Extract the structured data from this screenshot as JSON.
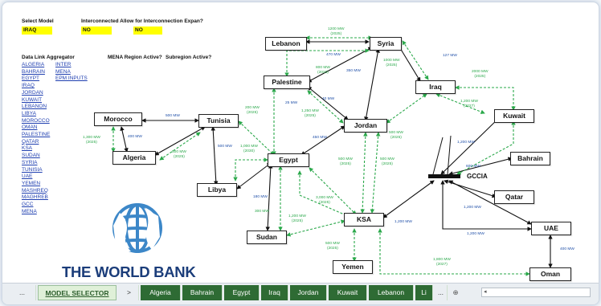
{
  "header": {
    "select_model_label": "Select Model",
    "interconnected_label": "Interconnected Allow for Interconnection Expan?",
    "model_value": "IRAQ",
    "interconnected_value": "NO",
    "expan_value": "NO",
    "data_link_label": "Data Link Aggregator",
    "mena_region_label": "MENA Region Active?",
    "subregion_label": "Subregion Active?"
  },
  "links": [
    {
      "text": "ALGERIA",
      "text2": "INTER"
    },
    {
      "text": "BAHRAIN",
      "text2": "MENA"
    },
    {
      "text": "EGYPT",
      "text2": "EPM INPUTS"
    },
    {
      "text": "IRAQ",
      "text2": ""
    },
    {
      "text": "JORDAN",
      "text2": ""
    },
    {
      "text": "KUWAIT",
      "text2": ""
    },
    {
      "text": "LEBANON",
      "text2": ""
    },
    {
      "text": "LIBYA",
      "text2": ""
    },
    {
      "text": "MOROCCO",
      "text2": ""
    },
    {
      "text": "OMAN",
      "text2": ""
    },
    {
      "text": "PALESTINE",
      "text2": ""
    },
    {
      "text": "QATAR",
      "text2": ""
    },
    {
      "text": "KSA",
      "text2": ""
    },
    {
      "text": "SUDAN",
      "text2": ""
    },
    {
      "text": "SYRIA",
      "text2": ""
    },
    {
      "text": "TUNISIA",
      "text2": ""
    },
    {
      "text": "UAE",
      "text2": ""
    },
    {
      "text": "YEMEN",
      "text2": ""
    },
    {
      "text": "MASHREQ",
      "text2": ""
    },
    {
      "text": "MAGHREB",
      "text2": ""
    },
    {
      "text": "GCC",
      "text2": ""
    },
    {
      "text": "MENA",
      "text2": ""
    }
  ],
  "nodes": {
    "lebanon": "Lebanon",
    "syria": "Syria",
    "palestine": "Palestine",
    "iraq": "Iraq",
    "morocco": "Morocco",
    "tunisia": "Tunisia",
    "jordan": "Jordan",
    "kuwait": "Kuwait",
    "algeria": "Algeria",
    "egypt": "Egypt",
    "bahrain": "Bahrain",
    "libya": "Libya",
    "gccia": "GCCIA",
    "qatar": "Qatar",
    "ksa": "KSA",
    "uae": "UAE",
    "sudan": "Sudan",
    "yemen": "Yemen",
    "oman": "Oman"
  },
  "flows": [
    {
      "id": "leb-syr-g",
      "lines": [
        "1200 MW",
        "(2025)"
      ],
      "color": "green"
    },
    {
      "id": "leb-syr-b",
      "lines": [
        "470 MW"
      ],
      "color": "blue"
    },
    {
      "id": "pal-syr-g",
      "lines": [
        "800 MW",
        "(2025)"
      ],
      "color": "green"
    },
    {
      "id": "jor-syr-b",
      "lines": [
        "350 MW"
      ],
      "color": "blue"
    },
    {
      "id": "syr-irq-g",
      "lines": [
        "1000 MW",
        "(2025)"
      ],
      "color": "green"
    },
    {
      "id": "syr-irq-b",
      "lines": [
        "127 MW"
      ],
      "color": "blue"
    },
    {
      "id": "irq-kuw-g",
      "lines": [
        "2000 MW",
        "(2025)"
      ],
      "color": "green"
    },
    {
      "id": "irq-kuw-g2",
      "lines": [
        "1,200 MW",
        "(2027)"
      ],
      "color": "green"
    },
    {
      "id": "mor-tun-b",
      "lines": [
        "500 MW"
      ],
      "color": "blue"
    },
    {
      "id": "mor-alg-b",
      "lines": [
        "400 MW"
      ],
      "color": "blue"
    },
    {
      "id": "mor-alg-g",
      "lines": [
        "1,300 MW",
        "(2025)"
      ],
      "color": "green"
    },
    {
      "id": "tun-egy-g",
      "lines": [
        "200 MW",
        "(2025)"
      ],
      "color": "green"
    },
    {
      "id": "pal-egy-b",
      "lines": [
        "25 MW"
      ],
      "color": "blue"
    },
    {
      "id": "pal-jor-g",
      "lines": [
        "1,250 MW",
        "(2025)"
      ],
      "color": "green"
    },
    {
      "id": "pal-jor-b",
      "lines": [
        "40 MW"
      ],
      "color": "blue"
    },
    {
      "id": "egy-jor-b",
      "lines": [
        "450 MW"
      ],
      "color": "blue"
    },
    {
      "id": "jor-irq-g",
      "lines": [
        "500 MW",
        "(2025)"
      ],
      "color": "green"
    },
    {
      "id": "alg-tun-g",
      "lines": [
        "500 MW",
        "(2025)"
      ],
      "color": "green"
    },
    {
      "id": "tun-lib-b",
      "lines": [
        "500 MW"
      ],
      "color": "blue"
    },
    {
      "id": "lib-egy-g",
      "lines": [
        "1,000 MW",
        "(2030)"
      ],
      "color": "green"
    },
    {
      "id": "egy-ksa-g",
      "lines": [
        "500 MW",
        "(2025)"
      ],
      "color": "green"
    },
    {
      "id": "jor-ksa-g",
      "lines": [
        "500 MW",
        "(2025)"
      ],
      "color": "green"
    },
    {
      "id": "egy-sud-b",
      "lines": [
        "180 MW"
      ],
      "color": "blue"
    },
    {
      "id": "egy-sud-g",
      "lines": [
        "300 MW"
      ],
      "color": "green"
    },
    {
      "id": "ksa-egy-g",
      "lines": [
        "3,000 MW",
        "(2025)"
      ],
      "color": "green"
    },
    {
      "id": "sud-ksa-g",
      "lines": [
        "1,200 MW",
        "(2025)"
      ],
      "color": "green"
    },
    {
      "id": "ksa-gcc-b",
      "lines": [
        "1,200 MW"
      ],
      "color": "blue"
    },
    {
      "id": "kuw-gcc-b",
      "lines": [
        "1,200 MW"
      ],
      "color": "blue"
    },
    {
      "id": "bah-gcc-b",
      "lines": [
        "600 MW"
      ],
      "color": "blue"
    },
    {
      "id": "gcc-uae-b",
      "lines": [
        "1,200 MW"
      ],
      "color": "blue"
    },
    {
      "id": "gcc-uae-b2",
      "lines": [
        "1,200 MW"
      ],
      "color": "blue"
    },
    {
      "id": "uae-oma-b",
      "lines": [
        "400 MW"
      ],
      "color": "blue"
    },
    {
      "id": "ksa-yem-g",
      "lines": [
        "500 MW",
        "(2025)"
      ],
      "color": "green"
    },
    {
      "id": "ksa-oma-g",
      "lines": [
        "1,800 MW",
        "(2027)"
      ],
      "color": "green"
    }
  ],
  "brand": {
    "name": "THE WORLD BANK"
  },
  "tabs": [
    {
      "label": "...",
      "active": false
    },
    {
      "label": "MODEL SELECTOR",
      "active": true
    },
    {
      "label": ">",
      "active": false
    },
    {
      "label": "Algeria",
      "active": false
    },
    {
      "label": "Bahrain",
      "active": false
    },
    {
      "label": "Egypt",
      "active": false
    },
    {
      "label": "Iraq",
      "active": false
    },
    {
      "label": "Jordan",
      "active": false
    },
    {
      "label": "Kuwait",
      "active": false
    },
    {
      "label": "Lebanon",
      "active": false
    },
    {
      "label": "Li",
      "active": false
    },
    {
      "label": "...",
      "active": false
    }
  ],
  "tabbar_controls": {
    "add": "⊕",
    "scroll": "◂"
  },
  "colors": {
    "green_link": "#2aa84a",
    "blue_link": "#1f4fa8",
    "highlight": "#ffff00",
    "tab_bg": "#2e6b34",
    "brand": "#1b3d7a"
  }
}
